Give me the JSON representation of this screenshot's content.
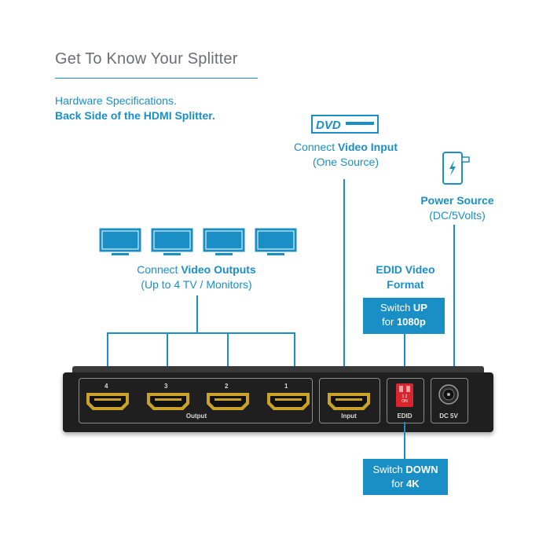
{
  "header": {
    "title": "Get To Know Your Splitter",
    "subtitle_line1": "Hardware Specifications.",
    "subtitle_line2": "Back Side of the HDMI Splitter."
  },
  "dvd_icon_text": "DVD",
  "video_input": {
    "line1_plain": "Connect ",
    "line1_bold": "Video Input",
    "line2": "(One Source)"
  },
  "power_source": {
    "line1": "Power Source",
    "line2": "(DC/5Volts)"
  },
  "video_outputs": {
    "line1_plain": "Connect ",
    "line1_bold": "Video Outputs",
    "line2": "(Up to 4 TV / Monitors)"
  },
  "edid_format": {
    "line1": "EDID Video",
    "line2": "Format"
  },
  "switch_up": {
    "plain": "Switch ",
    "bold": "UP",
    "line2_plain": "for ",
    "line2_bold": "1080p"
  },
  "switch_down": {
    "plain": "Switch ",
    "bold": "DOWN",
    "line2_plain": "for ",
    "line2_bold": "4K"
  },
  "device": {
    "output_numbers": [
      "4",
      "3",
      "2",
      "1"
    ],
    "output_label": "Output",
    "input_label": "Input",
    "edid_label": "EDID",
    "dip_label": "1 2\nON",
    "dc_label": "DC 5V"
  },
  "colors": {
    "accent": "#1a8fc6",
    "title_gray": "#6d6e71",
    "device_body": "#1f1f1f",
    "port_gold": "#c9a227",
    "dip_red": "#d8262e"
  }
}
